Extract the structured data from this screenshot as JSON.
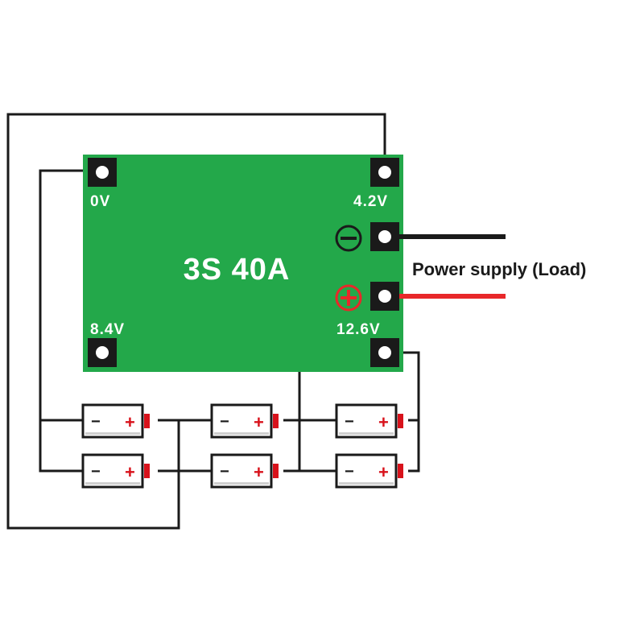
{
  "board": {
    "title": "3S 40A",
    "color": "#23a84a",
    "pads": {
      "v0": "0V",
      "v42": "4.2V",
      "v84": "8.4V",
      "v126": "12.6V"
    },
    "output_pad_colors": {
      "negative": "#1a1a1a",
      "positive": "#e8282a"
    }
  },
  "load": {
    "label": "Power supply (Load)",
    "negative_wire_color": "#1a1a1a",
    "positive_wire_color": "#e8282a"
  },
  "battery": {
    "negative_symbol": "−",
    "positive_symbol": "+",
    "terminal_color": "#d8121b",
    "count": 6
  },
  "wire_color": "#1a1a1a"
}
